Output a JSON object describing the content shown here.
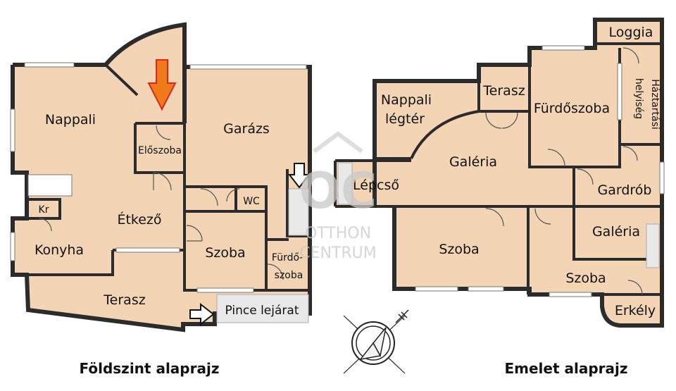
{
  "ground_floor": {
    "caption": "Földszint alaprajz",
    "rooms": {
      "nappali": "Nappali",
      "eloszoba": "Előszoba",
      "garazs": "Garázs",
      "kr": "Kr",
      "etkezo": "Étkező",
      "wc": "WC",
      "konyha": "Konyha",
      "szoba": "Szoba",
      "furdoszoba_a": "Fürdő-",
      "furdoszoba_b": "szoba",
      "terasz": "Terasz",
      "pince": "Pince lejárat"
    }
  },
  "upper_floor": {
    "caption": "Emelet alaprajz",
    "rooms": {
      "loggia": "Loggia",
      "nappali_legter_a": "Nappali",
      "nappali_legter_b": "légtér",
      "terasz": "Terasz",
      "furdoszoba": "Fürdőszoba",
      "haztartasi_a": "Háztartási",
      "haztartasi_b": "helyiség",
      "lepcso": "Lépcső",
      "galeria_main": "Galéria",
      "gardrob": "Gardrób",
      "galeria_small": "Galéria",
      "szoba_left": "Szoba",
      "szoba_right": "Szoba",
      "erkely": "Erkély"
    }
  },
  "watermark": {
    "logo": "OC",
    "line1": "OTTHON",
    "line2": "CENTRUM"
  },
  "colors": {
    "floor": "#f3d5b5",
    "wall": "#2b2b2b",
    "entrance_arrow": "#f07a1a"
  }
}
